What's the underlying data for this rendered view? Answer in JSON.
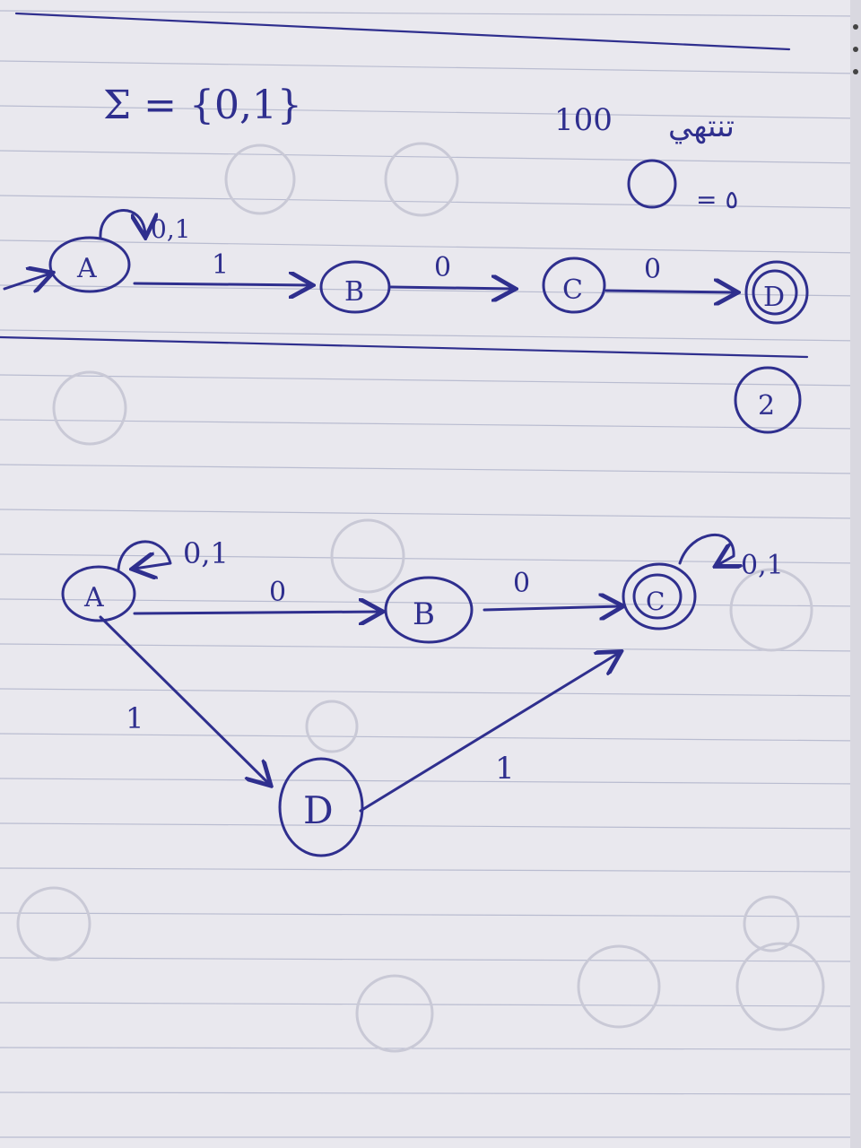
{
  "colors": {
    "paper": "#e9e8ee",
    "ink": "#2f2f8e",
    "rule": "#b9bcd0",
    "ghost": "#c9c9d6"
  },
  "header": {
    "alphabet": "Σ = {0,1}",
    "pattern": "100",
    "arabic_note": "تنتهي",
    "circle_note": "= ٥"
  },
  "nfa1": {
    "states": [
      "A",
      "B",
      "C",
      "D"
    ],
    "labels": {
      "self_loop_A": "0,1",
      "A_to_B": "1",
      "B_to_C": "0",
      "C_to_D": "0"
    }
  },
  "marker": {
    "label": "2"
  },
  "nfa2": {
    "states": [
      "A",
      "B",
      "C",
      "D"
    ],
    "labels": {
      "self_loop_A": "0,1",
      "A_to_B": "0",
      "B_to_C": "0",
      "self_loop_C": "0,1",
      "A_to_D": "1",
      "D_to_C": "1"
    }
  }
}
